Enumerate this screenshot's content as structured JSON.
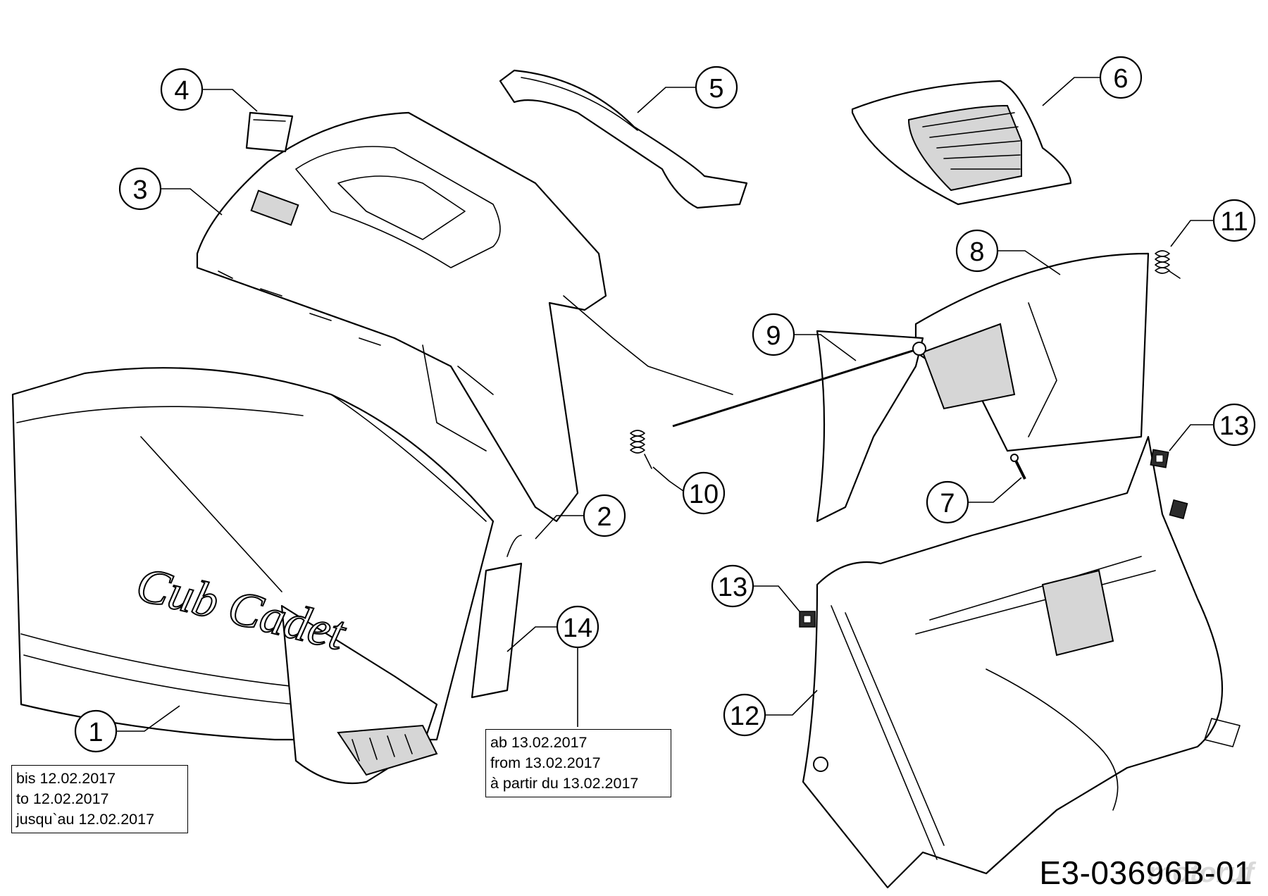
{
  "callouts": {
    "c1": "1",
    "c2": "2",
    "c3": "3",
    "c4": "4",
    "c5": "5",
    "c6": "6",
    "c7": "7",
    "c8": "8",
    "c9": "9",
    "c10": "10",
    "c11": "11",
    "c12": "12",
    "c13a": "13",
    "c13b": "13",
    "c14": "14"
  },
  "notes": {
    "before": [
      "bis 12.02.2017",
      "to 12.02.2017",
      "jusqu`au 12.02.2017"
    ],
    "after": [
      "ab 13.02.2017",
      "from 13.02.2017",
      "à partir du 13.02.2017"
    ]
  },
  "brand_logo": "Cub Cadet",
  "drawing_code": "E3-03696B-01",
  "watermark": "motoruf"
}
